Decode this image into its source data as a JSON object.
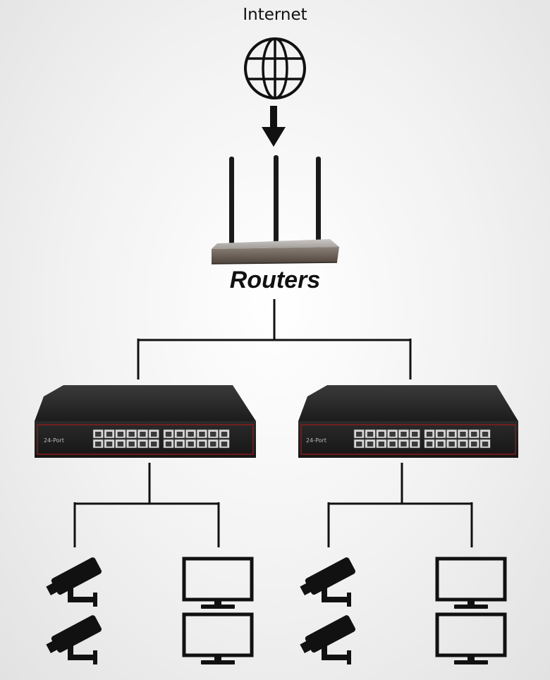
{
  "internet": {
    "label": "Internet",
    "icon": "globe-icon"
  },
  "router": {
    "label": "Routers",
    "antennas": 3
  },
  "switches": [
    {
      "id": "switch-left",
      "badge": "24-Port",
      "ports": 24
    },
    {
      "id": "switch-right",
      "badge": "24-Port",
      "ports": 24
    }
  ],
  "devices": {
    "left": [
      "camera",
      "monitor",
      "camera",
      "monitor"
    ],
    "right": [
      "camera",
      "monitor",
      "camera",
      "monitor"
    ]
  },
  "colors": {
    "line": "#111111",
    "switch_body": "#2a2a2a",
    "switch_trim": "#8b1a1a",
    "router_body": "#6b5f55"
  }
}
